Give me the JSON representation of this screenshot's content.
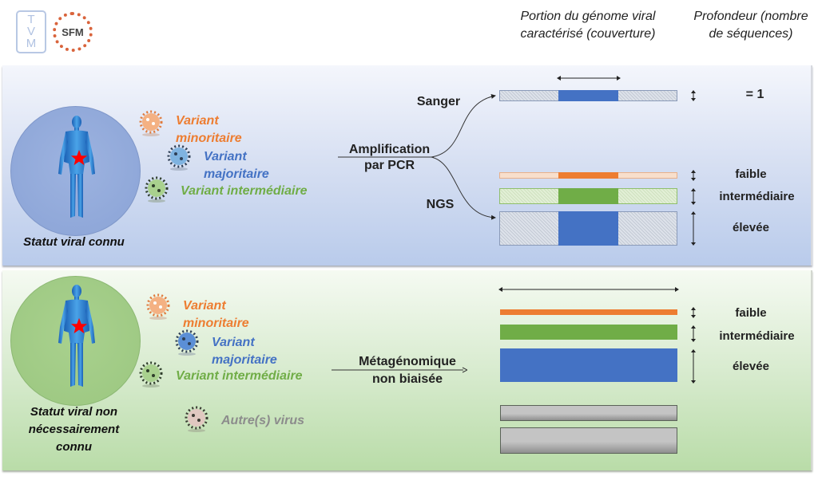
{
  "logos": {
    "left": {
      "name": "TVM logo",
      "letters": [
        "T",
        "V",
        "M"
      ]
    },
    "right": {
      "name": "SFM logo",
      "text": "SFM"
    }
  },
  "headers": {
    "coverage": "Portion du génome viral caractérisé (couverture)",
    "coverage_line1": "Portion du génome viral",
    "coverage_line2": "caractérisé (couverture)",
    "depth_line1": "Profondeur (nombre",
    "depth_line2": "de séquences)"
  },
  "panels": {
    "top": {
      "caption": "Statut viral connu",
      "variants": [
        {
          "line1": "Variant",
          "line2": "minoritaire",
          "color": "#ed7d31"
        },
        {
          "line1": "Variant",
          "line2": "majoritaire",
          "color": "#4472c4"
        },
        {
          "line1": "Variant intermédiaire",
          "line2": "",
          "color": "#70ad47"
        }
      ],
      "method_line1": "Amplification",
      "method_line2": "par PCR",
      "branches": {
        "upper": "Sanger",
        "lower": "NGS"
      },
      "rows": [
        {
          "technique": "Sanger",
          "depth": "= 1",
          "color": "#4472c4",
          "coverage": "partial"
        },
        {
          "technique": "NGS",
          "depth": "faible",
          "color": "#ed7d31",
          "coverage": "partial"
        },
        {
          "technique": "NGS",
          "depth": "intermédiaire",
          "color": "#70ad47",
          "coverage": "partial"
        },
        {
          "technique": "NGS",
          "depth": "élevée",
          "color": "#4472c4",
          "coverage": "partial"
        }
      ],
      "circle_color": "#8ea9db"
    },
    "bottom": {
      "caption_line1": "Statut viral non",
      "caption_line2": "nécessairement",
      "caption_line3": "connu",
      "variants": [
        {
          "line1": "Variant",
          "line2": "minoritaire",
          "color": "#ed7d31"
        },
        {
          "line1": "Variant",
          "line2": "majoritaire",
          "color": "#4472c4"
        },
        {
          "line1": "Variant intermédiaire",
          "line2": "",
          "color": "#70ad47"
        },
        {
          "line1": "Autre(s) virus",
          "line2": "",
          "color": "#8c8c8c"
        }
      ],
      "method_line1": "Métagénomique",
      "method_line2": "non biaisée",
      "rows": [
        {
          "depth": "faible",
          "color": "#ed7d31",
          "coverage": "full"
        },
        {
          "depth": "intermédiaire",
          "color": "#70ad47",
          "coverage": "full"
        },
        {
          "depth": "élevée",
          "color": "#4472c4",
          "coverage": "full"
        },
        {
          "depth": "",
          "color": "#bfbfbf",
          "coverage": "full",
          "label": "other virus"
        },
        {
          "depth": "",
          "color": "#bfbfbf",
          "coverage": "full",
          "label": "other virus"
        }
      ],
      "circle_color": "#a9d18e"
    }
  },
  "colors": {
    "orange": "#ed7d31",
    "blue": "#4472c4",
    "green": "#70ad47",
    "grey": "#bfbfbf",
    "star": "#ff0000"
  }
}
